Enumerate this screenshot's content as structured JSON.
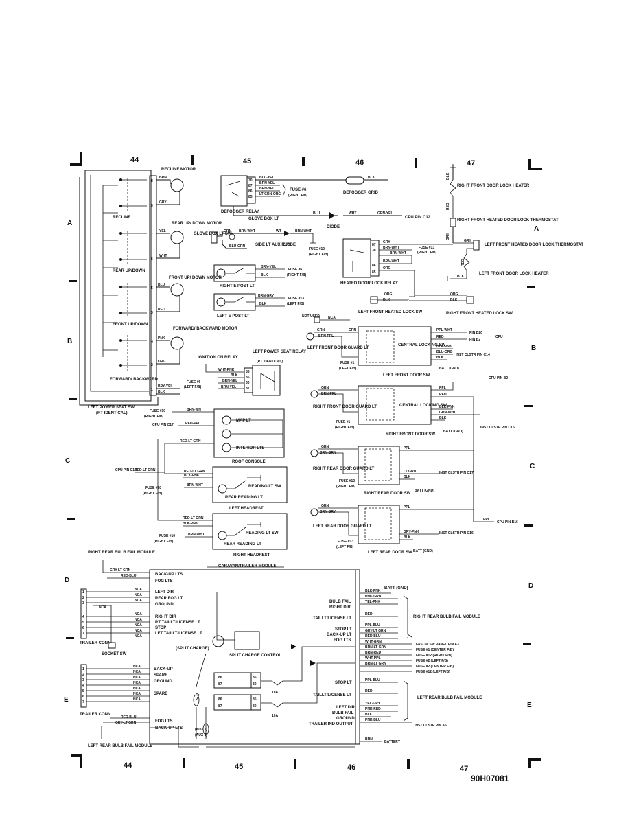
{
  "zones": {
    "top": [
      "44",
      "45",
      "46",
      "47"
    ],
    "bottom": [
      "44",
      "45",
      "46",
      "47"
    ]
  },
  "rows": [
    "A",
    "B",
    "C",
    "D",
    "E"
  ],
  "drawing_code": "90H07081",
  "power_seat": {
    "recline_motor": "RECLINE MOTOR",
    "recline": "RECLINE",
    "rear_updown_motor": "REAR UP/ DOWN MOTOR",
    "rear_updown": "REAR UP/DOWN",
    "front_updown_motor": "FRONT UP/ DOWN MOTOR",
    "front_updown": "FRONT UP/DOWN",
    "fwd_back_motor": "FORWARD/ BACKWARD MOTOR",
    "fwd_back": "FORWARD/ BACKWARD",
    "switch": "LEFT POWER SEAT SW",
    "switch_note": "(RT IDENTICAL)",
    "wires": [
      "BRN",
      "GRY",
      "YEL",
      "WHT",
      "BLU",
      "RED",
      "PNK",
      "ORG",
      "BRY-YEL",
      "BLK"
    ],
    "pins": [
      "8",
      "9",
      "7",
      "6",
      "5",
      "3",
      "4",
      "2",
      "1"
    ]
  },
  "ignition_relay": {
    "ignition_on_relay": "IGNITION ON RELAY",
    "seat_relay": "LEFT POWER SEAT RELAY",
    "seat_relay_note": "(RT IDENTICAL)",
    "fuse": "FUSE #6",
    "fuse_loc": "(LEFT F/B)",
    "wires": [
      "WHT-PNK",
      "BLK",
      "BRN-YEL",
      "BRN-YEL"
    ],
    "pins": [
      "86",
      "85",
      "30",
      "87"
    ]
  },
  "defogger": {
    "relay": "DEFOGGER RELAY",
    "grid": "DEFOGGER GRID",
    "fuse": "FUSE #6",
    "fuse_loc": "(RIGHT F/B)",
    "wires": [
      "BLU-YEL",
      "BRN-YEL",
      "BRN-YEL",
      "LT GRN-ORG",
      "BLK"
    ],
    "pins": [
      "30",
      "87",
      "86",
      "85"
    ],
    "blu": "BLU",
    "wht": "WHT",
    "grn_yel": "GRN-YEL",
    "cpu": "CPU PIN C12",
    "diode": "DIODE"
  },
  "glove_box": {
    "lt": "GLOVE BOX LT",
    "sw": "GLOVE BOX LT SW",
    "grn": "GRN",
    "brn_wht": "BRN-WHT",
    "wt": "WT",
    "brn_wht2": "BRN-WHT",
    "blu_grn": "BLU-GRN",
    "side_lt": "SIDE LT AUX RLY",
    "diode": "DIODE",
    "fuse": "FUSE #10",
    "fuse_loc": "(RIGHT F/B)"
  },
  "e_post": {
    "right": "RIGHT E POST LT",
    "left": "LEFT E POST LT",
    "r_wires": [
      "BRN-YEL",
      "BLK"
    ],
    "l_wires": [
      "BRN-GRY",
      "BLK"
    ],
    "r_fuse": "FUSE #6",
    "r_fuse_loc": "(RIGHT F/B)",
    "l_fuse": "FUSE #13",
    "l_fuse_loc": "(LEFT F/B)"
  },
  "heated_lock": {
    "relay": "HEATED DOOR LOCK RELAY",
    "pins": [
      "87",
      "30",
      "86",
      "85"
    ],
    "wires": [
      "GRY",
      "BRN-WHT",
      "BRN-WHT",
      "BRN-WHT",
      "ORG"
    ],
    "fuse": "FUSE #13",
    "fuse_loc": "(RIGHT F/B)",
    "left_sw": "LEFT FRONT HEATED LOCK SW",
    "right_sw": "RIGHT FRONT HEATED LOCK SW",
    "org": "ORG",
    "blk": "BLK",
    "org2": "ORG",
    "blk2": "BLK"
  },
  "door_heater": {
    "blk": "BLK",
    "red": "RED",
    "gry": "GRY",
    "gry2": "GRY",
    "red2": "RED",
    "blk2": "BLK",
    "rf_heater": "RIGHT FRONT DOOR LOCK HEATER",
    "rf_thermo": "RIGHT FRONT HEATED DOOR LOCK THERMOSTAT",
    "lf_thermo": "LEFT FRONT HEATED DOOR LOCK THERMOSTAT",
    "lf_heater": "LEFT FRONT DOOR LOCK HEATER"
  },
  "lf_door": {
    "not_used": "NOT USED",
    "nca": "NCA",
    "guard": "LEFT FRONT DOOR GUARD LT",
    "grn": "GRN",
    "brn_ppl": "BRN-PPL",
    "grn2": "GRN",
    "fuse": "FUSE #1",
    "fuse_loc": "(LEFT F/B)",
    "sw": "LEFT FRONT DOOR SW",
    "cls": "CENTRAL LOCKING SW",
    "wires": [
      "PPL-WHT",
      "RED",
      "BLK-PNK",
      "BLU-ORG",
      "BLK"
    ],
    "pin_b20": "PIN B20",
    "pin_b2": "PIN B2",
    "cpu": "CPU",
    "inst": "INST CLSTR PIN C14",
    "batt": "BATT (GND)"
  },
  "rf_door": {
    "guard": "RIGHT FRONT DOOR GUARD LT",
    "grn": "GRN",
    "brn_ppl": "BRN-PPL",
    "fuse": "FUSE #1",
    "fuse_loc": "(RIGHT F/B)",
    "sw": "RIGHT FRONT DOOR SW",
    "cls": "CENTRAL LOCKING SW",
    "wires": [
      "PPL",
      "RED",
      "BLK-PNK",
      "GRN-WHT",
      "BLK"
    ],
    "cpu": "CPU PIN B2",
    "inst": "INST CLSTR PIN C15",
    "batt": "BATT (GND)"
  },
  "rr_door": {
    "guard": "RIGHT REAR DOOR GUARD LT",
    "grn": "GRN",
    "brn_grn": "BRN-GRN",
    "fuse": "FUSE #12",
    "fuse_loc": "(RIGHT F/B)",
    "sw": "RIGHT REAR DOOR SW",
    "wires": [
      "PPL",
      "LT GRN",
      "BLK"
    ],
    "inst": "INST CLSTR PIN C17",
    "batt": "BATT (GND)",
    "ppl": "PPL",
    "cpu": "CPU PIN B16"
  },
  "lr_door": {
    "guard": "LEFT REAR DOOR GUARD LT",
    "grn": "GRN",
    "brn_gry": "BRN-GRY",
    "fuse": "FUSE #13",
    "fuse_loc": "(LEFT F/B)",
    "sw": "LEFT REAR DOOR SW",
    "wires": [
      "PPL",
      "GRY-PNK",
      "BLK"
    ],
    "inst": "INST CLSTR PIN C16",
    "batt": "BATT (GND)"
  },
  "roof_console": {
    "title": "ROOF CONSOLE",
    "map_lt": "MAP LT",
    "interior": "INTERIOR LTS",
    "fuse": "FUSE #10",
    "fuse_loc": "(RIGHT F/B)",
    "brn_wht": "BRN-WHT",
    "cpu": "CPU PIN C17",
    "red_ppl": "RED-PPL",
    "red_lt_grn": "RED-LT GRN"
  },
  "left_headrest": {
    "title": "LEFT HEADREST",
    "cpu": "CPU PIN C13",
    "red_lt_grn": "RED-LT GRN",
    "wires": [
      "RED-LT GRN",
      "BLK-PNK",
      "BRN-WHT"
    ],
    "fuse": "FUSE #10",
    "fuse_loc": "(RIGHT F/B)",
    "reading_sw": "READING LT SW",
    "rear_lt": "REAR READING LT"
  },
  "right_headrest": {
    "title": "RIGHT HEADREST",
    "wires": [
      "RED-LT GRN",
      "BLK-PNK",
      "BRN-WHT"
    ],
    "fuse": "FUSE #10",
    "fuse_loc": "(RIGHT F/B)",
    "reading_sw": "READING LT SW",
    "rear_lt": "REAR READING LT"
  },
  "trailer": {
    "title": "CARAVAN/TRAILER MODULE",
    "rr_bulb": "RIGHT REAR BULB FAIL MODULE",
    "lr_bulb": "LEFT REAR BULB FAIL MODULE",
    "in_wires": [
      "GRY-LT GRN",
      "RED-BLU"
    ],
    "backup": "BACK-UP LTS",
    "fog": "FOG LTS",
    "conn1_pins": [
      "1",
      "2",
      "3",
      "4",
      "5",
      "6",
      "7"
    ],
    "conn1_wires": [
      "NCA",
      "NCA",
      "NCA",
      "NCA",
      "NCA",
      "NCA",
      "NCA",
      "NCA"
    ],
    "nca_socket": "NCA",
    "socket": "SOCKET SW",
    "conn": "TRAILER CONN",
    "funcs1": [
      "LEFT DIR",
      "REAR FOG LT",
      "GROUND",
      "RIGHT DIR",
      "RT TAILLT/LICENSE LT",
      "STOP",
      "LFT TAILLT/LICENSE LT"
    ],
    "conn2_pins": [
      "1",
      "2",
      "3",
      "4",
      "5",
      "6",
      "7"
    ],
    "conn2_wires": [
      "NCA",
      "NCA",
      "NCA",
      "NCA",
      "NCA",
      "NCA",
      "NCA"
    ],
    "funcs2": [
      "BACK-UP",
      "SPARE",
      "GROUND",
      "SPARE"
    ],
    "conn2_label": "TRAILER CONN",
    "bottom_wires": [
      "RED-BLU",
      "GRY-LT GRN"
    ],
    "fog2": "FOG LTS",
    "backup2": "BACK-UP LTS",
    "split_charge": "(SPLIT CHARGE)",
    "split_control": "SPLIT CHARGE CONTROL",
    "relay_pins": [
      "86",
      "87",
      "85",
      "30",
      "86",
      "87",
      "85",
      "30"
    ],
    "fuse10a": [
      "10A",
      "10A"
    ],
    "aux2": "(AUX 2)",
    "aux1": "(AUX 1)",
    "batt": "BATT (GND)",
    "funcs_right": [
      "BULB FAIL",
      "RIGHT DIR",
      "TAILLT/LICENSE LT",
      "STOP LT",
      "BACK-UP LT",
      "FOG LTS",
      "STOP LT",
      "TAILLT/LICENSE LT",
      "LEFT DIR",
      "BULB FAIL",
      "GROUND",
      "TRAILER IND OUTPUT"
    ],
    "wires_right": [
      "BLK-PNK",
      "PNK-GRN",
      "YEL-PNK",
      "RED",
      "PPL-BLU",
      "GRY-LT GRN",
      "RED-BLU",
      "WHT-GRN",
      "BRN-LT GRN",
      "BRN-RED",
      "WHT-PPL",
      "BRN-LT GRN",
      "PPL-BLU",
      "RED",
      "YEL-GRY",
      "PNK-RED",
      "BLK",
      "PNK-BLU",
      "BRN"
    ],
    "rr_bulb2": "RIGHT REAR BULB FAIL MODULE",
    "lr_bulb2": "LEFT REAR BULB FAIL MODULE",
    "dests": [
      "FASCIA SW PANEL PIN A3",
      "FUSE #1 (CENTER F/B)",
      "FUSE #12 (RIGHT F/B)",
      "FUSE #2 (LEFT F/B)",
      "FUSE #2 (CENTER F/B)",
      "FUSE #12 (LEFT F/B)"
    ],
    "inst": "INST CLSTR PIN A5",
    "battery": "BATTERY"
  }
}
